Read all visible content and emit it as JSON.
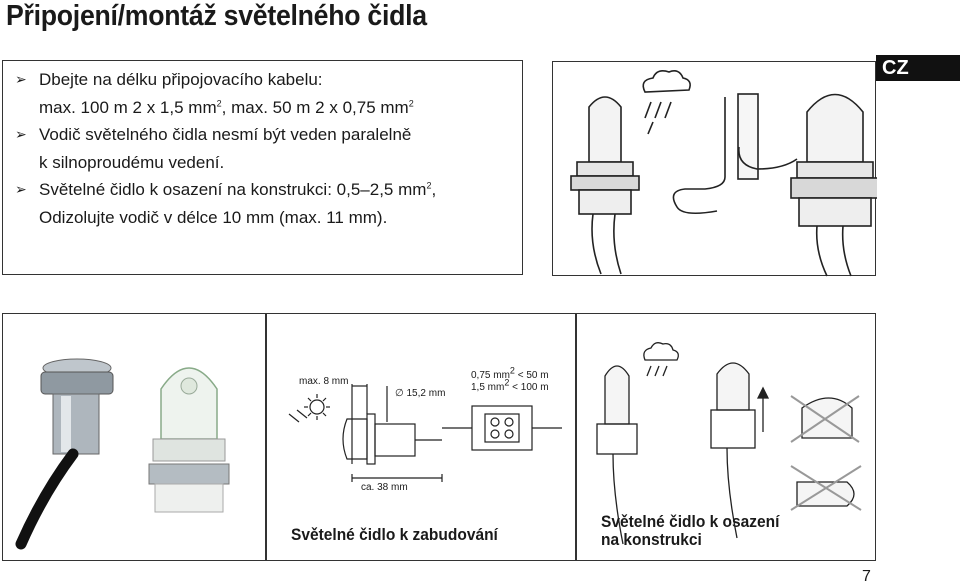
{
  "page": {
    "title": "Připojení/montáž světelného čidla",
    "language_tab": "CZ",
    "page_number": "7"
  },
  "notes": [
    {
      "lines": [
        "Dbejte na délku připojovacího kabelu:",
        "max. 100 m 2 x 1,5 mm",
        ", max. 50 m 2 x 0,75 mm"
      ],
      "sup": [
        "2",
        "2"
      ]
    },
    {
      "lines": [
        "Vodič světelného čidla nesmí být veden paralelně",
        "k silnoproudému vedení."
      ]
    },
    {
      "lines": [
        "Světelné čidlo k osazení na konstrukci: 0,5–2,5 mm",
        ",",
        "Odizolujte vodič v délce 10 mm (max. 11 mm)."
      ],
      "sup": [
        "2"
      ]
    }
  ],
  "diagram": {
    "max_label": "max. 8 mm",
    "diameter_label": "15,2 mm",
    "length_label": "ca. 38 mm",
    "cable_line1": "0,75 mm",
    "cable_line1_tail": "<  50 m",
    "cable_line2": "1,5 mm",
    "cable_line2_tail": "< 100 m",
    "sup": "2"
  },
  "captions": {
    "built_in": "Světelné čidlo k zabudování",
    "mount_line1": "Světelné čidlo k osazení",
    "mount_line2": "na konstrukci"
  },
  "icons": [
    "bullet-arrow-icon",
    "rain-cloud-icon",
    "sun-icon",
    "up-arrow-icon",
    "cross-out-icon"
  ]
}
